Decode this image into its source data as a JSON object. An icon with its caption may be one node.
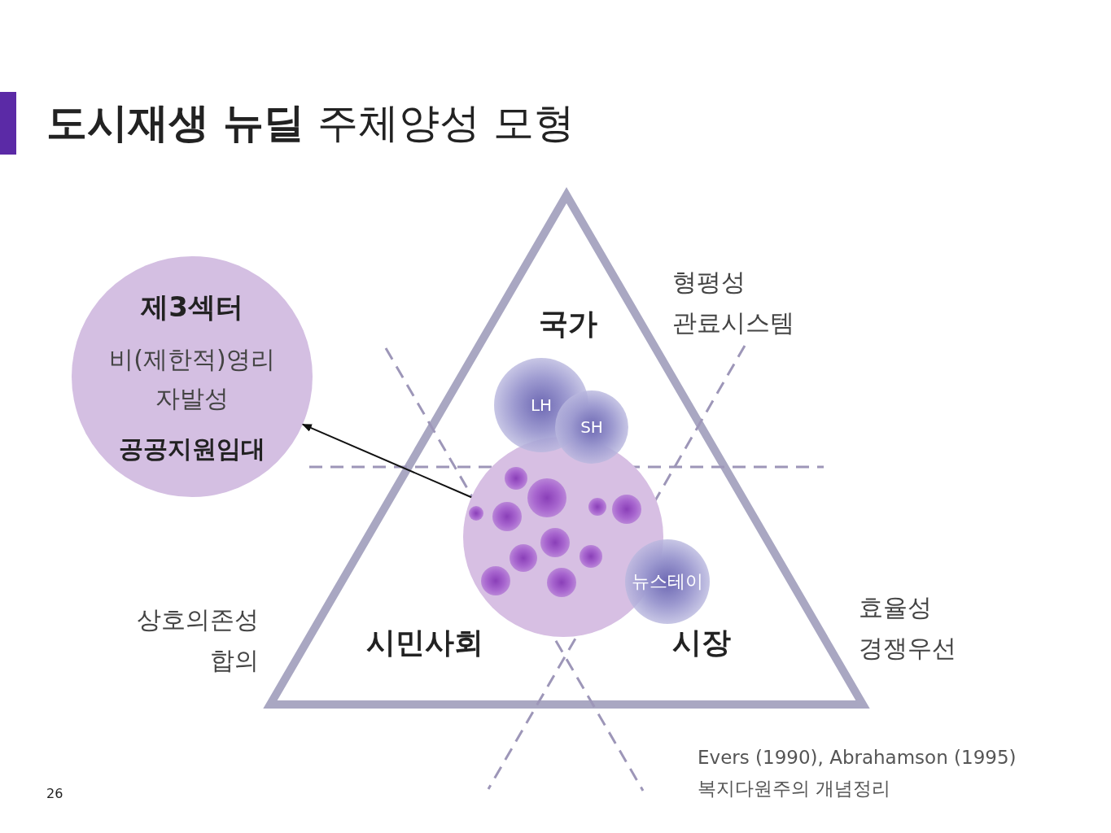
{
  "diagram": {
    "title": "**도시재생 뉴딜** 주체양성 모형",
    "nodes": [
      {
        "text": [
          "제3섹터",
          "비(제한적)영리 자발성",
          "공공지원임대"
        ]
      },
      {
        "text": [
          "LH"
        ]
      },
      {
        "text": [
          "SH"
        ]
      },
      {
        "text": [],
        "shape": "circle"
      },
      {
        "text": [
          "뉴스테이"
        ]
      }
    ],
    "edges": [
      {
        "from": 3,
        "to": 0,
        "arrow": "to"
      }
    ],
    "labels": [
      "형평성",
      "관료시스템",
      "국가",
      "상호의존성",
      "합의",
      "시민사회",
      "시장",
      "효율성",
      "경쟁우선",
      "Evers (1990), Abrahamson (1995)",
      "복지다원주의 개념정리",
      "26"
    ]
  }
}
